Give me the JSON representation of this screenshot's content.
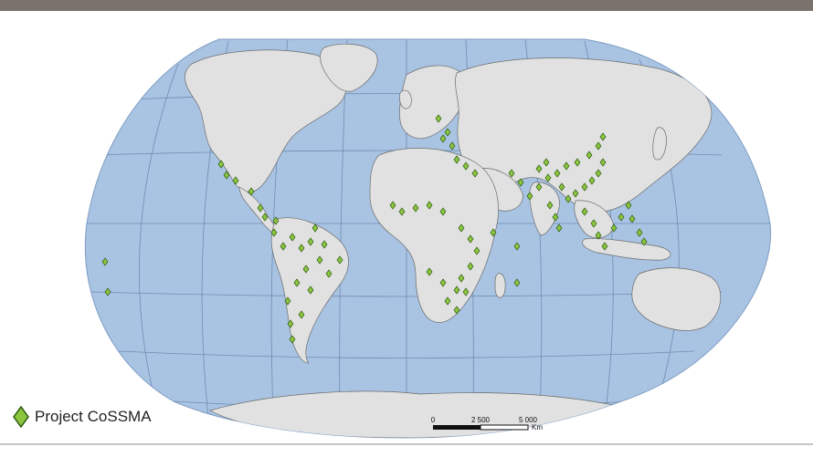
{
  "header": {
    "bar_color": "#7a736b"
  },
  "map": {
    "projection": "winkel-tripel-world",
    "ocean_color": "#a9c3e2",
    "land_color": "#e1e1e1",
    "graticule_color": "#5f7fa8",
    "marker_color": "#8cc63f",
    "marker_stroke": "#2f5d12"
  },
  "legend": {
    "icon": "green-diamond-icon",
    "label": "Project CoSSMA"
  },
  "scale_bar": {
    "labels": [
      "0",
      "2 500",
      "5 000"
    ],
    "unit": "Km"
  }
}
